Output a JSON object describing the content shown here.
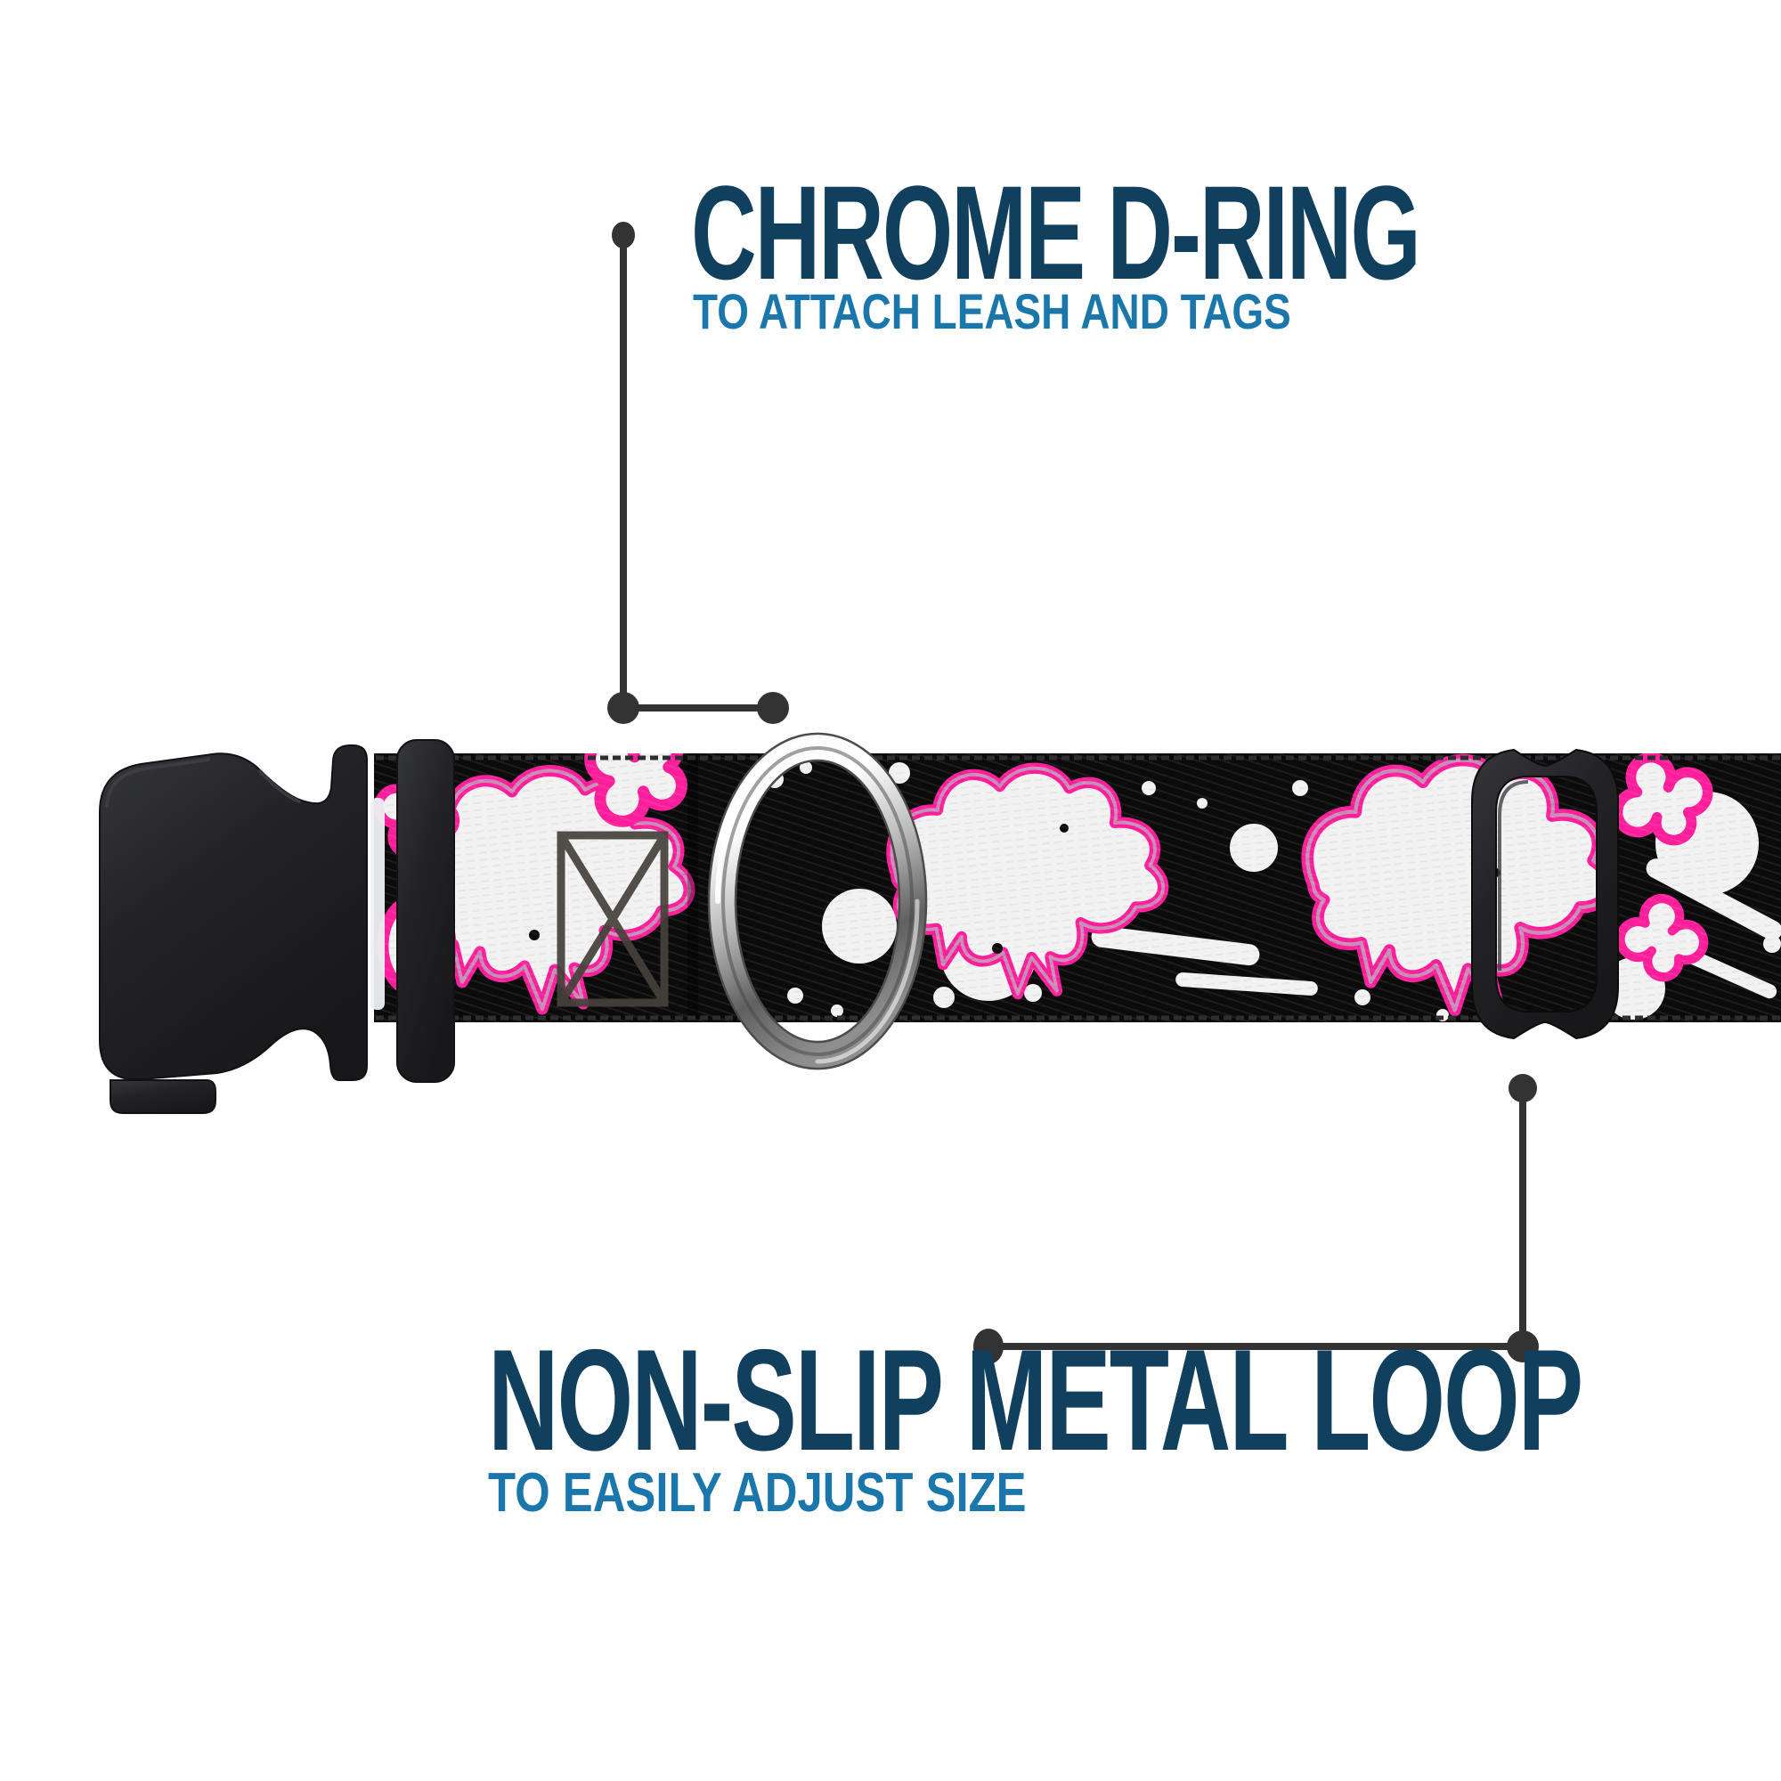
{
  "annotations": {
    "top": {
      "title": "CHROME D-RING",
      "subtitle": "TO ATTACH LEASH AND TAGS"
    },
    "bottom": {
      "title": "NON-SLIP METAL LOOP",
      "subtitle": "TO EASILY ADJUST SIZE"
    }
  },
  "colors": {
    "background": "#ffffff",
    "heading": "#11405f",
    "subheading": "#1b76ab",
    "callout": "#333333",
    "strap": "#0b0b0c",
    "strap_edge": "#2e2e32",
    "skull_white": "#f2f2f2",
    "pink": "#ff1f9c",
    "mint": "#9be9cf",
    "chrome_light": "#f5f5f5",
    "chrome_mid": "#b9b9b9",
    "chrome_dark": "#606060",
    "plastic": "#232327",
    "plastic_light": "#35363b",
    "stitch": "#46413a"
  }
}
